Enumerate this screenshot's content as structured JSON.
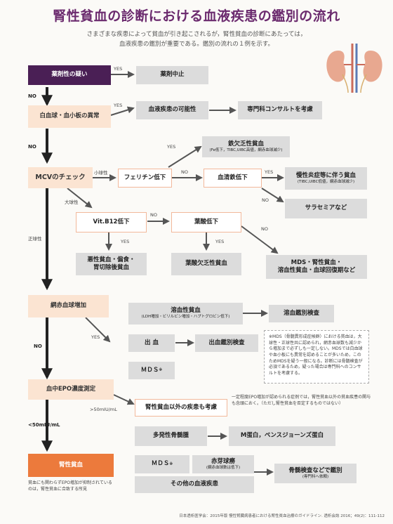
{
  "title": "腎性貧血の診断における血液疾患の鑑別の流れ",
  "intro": [
    "さまざまな疾患によって貧血が引き起こされるが，腎性貧血の診断にあたっては，",
    "血液疾患の鑑別が重要である。鑑別の流れの１例を示す。"
  ],
  "nodes": {
    "drug": "薬剤性の疑い",
    "drug_stop": "薬剤中止",
    "wbc": "白血球・血小板の異常",
    "blood_disease": "血液疾患の可能性",
    "consult": "専門科コンサルトを考慮",
    "mcv": "MCVのチェック",
    "iron_def": "鉄欠乏性貧血",
    "iron_def_sub": "(Fe低下，TIBC,UIBC高値，網赤血球減少)",
    "ferritin": "フェリチン低下",
    "serum_iron": "血清鉄低下",
    "chronic": "慢性炎症等に伴う貧血",
    "chronic_sub": "(TIBC,UIBC低値，網赤血球減少)",
    "thal": "サラセミアなど",
    "b12": "Vit.B12低下",
    "folate": "葉酸低下",
    "pernicious": "悪性貧血・偏食・\n胃切除後貧血",
    "folate_def": "葉酸欠乏性貧血",
    "mds_renal": "MDS・腎性貧血・\n溶血性貧血・血球回復期など",
    "retic": "網赤血球増加",
    "hemolytic": "溶血性貧血",
    "hemolytic_sub": "(LDH増加・ビリルビン増加・ハプトグロビン低下)",
    "hemolysis_test": "溶血鑑別検査",
    "bleeding": "出 血",
    "bleeding_test": "出血鑑別検査",
    "mds1": "ＭＤＳ",
    "epo": "血中EPO濃度測定",
    "non_renal": "腎性貧血以外の疾患も考慮",
    "myeloma": "多発性骨髄腫",
    "m_protein": "M蛋白，ベンスジョーンズ蛋白",
    "renal_anemia": "腎性貧血",
    "mds2": "ＭＤＳ",
    "aplasia": "赤芽球癆",
    "aplasia_sub": "(網赤血球数は低下)",
    "other": "その他の血液疾患",
    "marrow": "骨髄検査などで鑑別",
    "marrow_sub": "(専門科へ依頼)",
    "mds_star": "※"
  },
  "labels": {
    "yes": "YES",
    "no": "NO",
    "micro": "小球性",
    "macro": "大球性",
    "normo": "正球性",
    "over50": ">50mIU/mL",
    "under50": "<50mIU/mL"
  },
  "notes": {
    "mds": "※MDS（骨髄異形成症候群）における貧血は，大球性・正球性共に認められ，網赤血球数も減少から増加まで必ずしも一定しない。MDSでは白血球や血小板にも異常を認めることが多いため，このためMDSを疑う一般になる。診断には骨髄検査が必須であるため，疑った場合は専門科へのコンサルトを考慮する。",
    "epo": "一定程度EPO増加が認められる症例では，腎性貧血以外の貧血疾患の関与も念頭におく。（ただし腎性貧血を否定するものではない）",
    "renal": "貧血にも関わらずEPO増加が抑制されているのは，腎性貧血に合致する所見"
  },
  "footer": "日本透析医学会：2015年版 慢性腎臓病患者における腎性貧血治療のガイドライン. 透析会誌 2016；49(2)：111-112"
}
